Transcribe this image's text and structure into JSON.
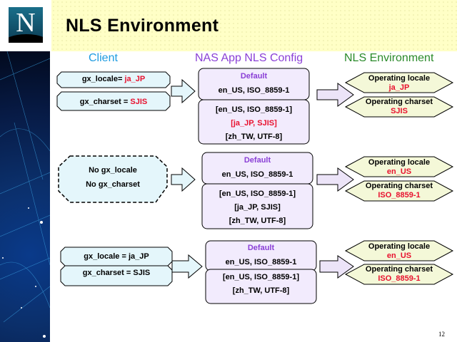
{
  "slide": {
    "title": "NLS Environment",
    "page_number": "12",
    "logo_letter": "N"
  },
  "columns": {
    "client": "Client",
    "config": "NAS App NLS Config",
    "environment": "NLS Environment"
  },
  "colors": {
    "client_fill": "#e4f6fb",
    "config_fill": "#f2ebfd",
    "env_fill": "#f4f8d8",
    "highlight_red": "#e8102e",
    "default_purple": "#8a3fd6",
    "title_band": "#ffffc6"
  },
  "scenarios": [
    {
      "client": {
        "dashed": false,
        "line1_prefix": "gx_locale= ",
        "line1_value": "ja_JP",
        "line2_prefix": "gx_charset = ",
        "line2_value": "SJIS",
        "values_highlighted": true
      },
      "config": {
        "default_label": "Default",
        "default_value": "en_US, ISO_8859-1",
        "list": [
          {
            "text": "[en_US, ISO_8859-1]",
            "highlighted": false
          },
          {
            "text": "[ja_JP, SJIS]",
            "highlighted": true
          },
          {
            "text": "[zh_TW, UTF-8]",
            "highlighted": false
          }
        ]
      },
      "environment": {
        "locale_label": "Operating locale",
        "locale_value": "ja_JP",
        "charset_label": "Operating charset",
        "charset_value": "SJIS"
      }
    },
    {
      "client": {
        "dashed": true,
        "line1_prefix": "No   gx_locale",
        "line1_value": "",
        "line2_prefix": "No   gx_charset",
        "line2_value": "",
        "values_highlighted": false
      },
      "config": {
        "default_label": "Default",
        "default_value": "en_US, ISO_8859-1",
        "list": [
          {
            "text": "[en_US, ISO_8859-1]",
            "highlighted": false
          },
          {
            "text": "[ja_JP, SJIS]",
            "highlighted": false
          },
          {
            "text": "[zh_TW, UTF-8]",
            "highlighted": false
          }
        ]
      },
      "environment": {
        "locale_label": "Operating locale",
        "locale_value": "en_US",
        "charset_label": "Operating charset",
        "charset_value": "ISO_8859-1"
      }
    },
    {
      "client": {
        "dashed": false,
        "line1_prefix": "gx_locale = ja_JP",
        "line1_value": "",
        "line2_prefix": "gx_charset = SJIS",
        "line2_value": "",
        "values_highlighted": false
      },
      "config": {
        "default_label": "Default",
        "default_value": "en_US, ISO_8859-1",
        "list": [
          {
            "text": "[en_US, ISO_8859-1]",
            "highlighted": false
          },
          {
            "text": "[zh_TW, UTF-8]",
            "highlighted": false
          }
        ]
      },
      "environment": {
        "locale_label": "Operating locale",
        "locale_value": "en_US",
        "charset_label": "Operating charset",
        "charset_value": "ISO_8859-1"
      }
    }
  ]
}
